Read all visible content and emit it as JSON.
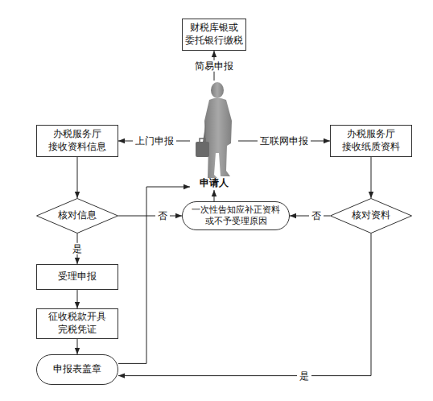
{
  "diagram": {
    "nodes": [
      {
        "text": [
          "财税库银或 委托银行缴税"
        ]
      },
      {
        "text": [
          "办税服务厅 接收资料信息"
        ]
      },
      {
        "text": [
          "申请人"
        ]
      },
      {
        "text": [
          "办税服务厅 接收纸质资料"
        ]
      },
      {
        "text": [
          "核对信息"
        ]
      },
      {
        "text": [
          "一次性告知应补正资料 或不予受理原因"
        ]
      },
      {
        "text": [
          "核对资料"
        ]
      },
      {
        "text": [
          "受理申报"
        ]
      },
      {
        "text": [
          "征收税款开具 完税凭证"
        ]
      },
      {
        "text": [
          "申报表盖章"
        ]
      }
    ],
    "edges": [
      {
        "from": 2,
        "to": 0,
        "label": "简易申报",
        "arrow": "to"
      },
      {
        "from": 2,
        "to": 1,
        "label": "上门申报",
        "arrow": "to"
      },
      {
        "from": 2,
        "to": 3,
        "label": "互联网申报",
        "arrow": "to"
      },
      {
        "from": 1,
        "to": 4,
        "arrow": "to"
      },
      {
        "from": 3,
        "to": 6,
        "arrow": "to"
      },
      {
        "from": 4,
        "to": 5,
        "label": "否",
        "arrow": "to"
      },
      {
        "from": 6,
        "to": 5,
        "label": "否",
        "arrow": "to"
      },
      {
        "from": 5,
        "to": 2,
        "arrow": "to"
      },
      {
        "from": 4,
        "to": 7,
        "label": "是",
        "arrow": "to"
      },
      {
        "from": 7,
        "to": 8,
        "arrow": "to"
      },
      {
        "from": 8,
        "to": 9,
        "arrow": "to"
      },
      {
        "from": 6,
        "to": 9,
        "label": "是",
        "arrow": "to"
      },
      {
        "from": 9,
        "to": 2,
        "arrow": "to"
      }
    ]
  }
}
